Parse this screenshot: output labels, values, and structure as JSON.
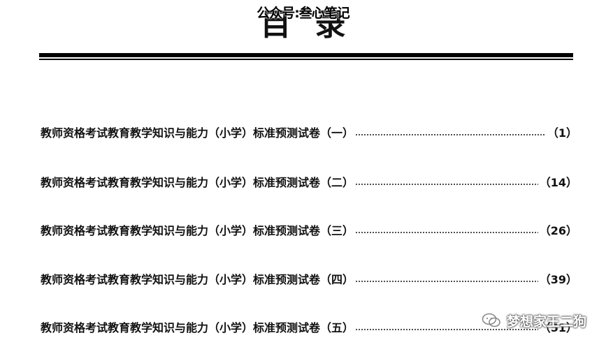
{
  "header": {
    "title": "目录",
    "overlay_text": "公众号:叁心笔记"
  },
  "toc": {
    "entries": [
      {
        "title": "教师资格考试教育教学知识与能力（小学）标准预测试卷（一）",
        "page": "（1）"
      },
      {
        "title": "教师资格考试教育教学知识与能力（小学）标准预测试卷（二）",
        "page": "（14）"
      },
      {
        "title": "教师资格考试教育教学知识与能力（小学）标准预测试卷（三）",
        "page": "（26）"
      },
      {
        "title": "教师资格考试教育教学知识与能力（小学）标准预测试卷（四）",
        "page": "（39）"
      },
      {
        "title": "教师资格考试教育教学知识与能力（小学）标准预测试卷（五）",
        "page": "（51）"
      }
    ]
  },
  "watermark": {
    "text": "梦想家王二狗",
    "icon": "wechat-icon"
  }
}
